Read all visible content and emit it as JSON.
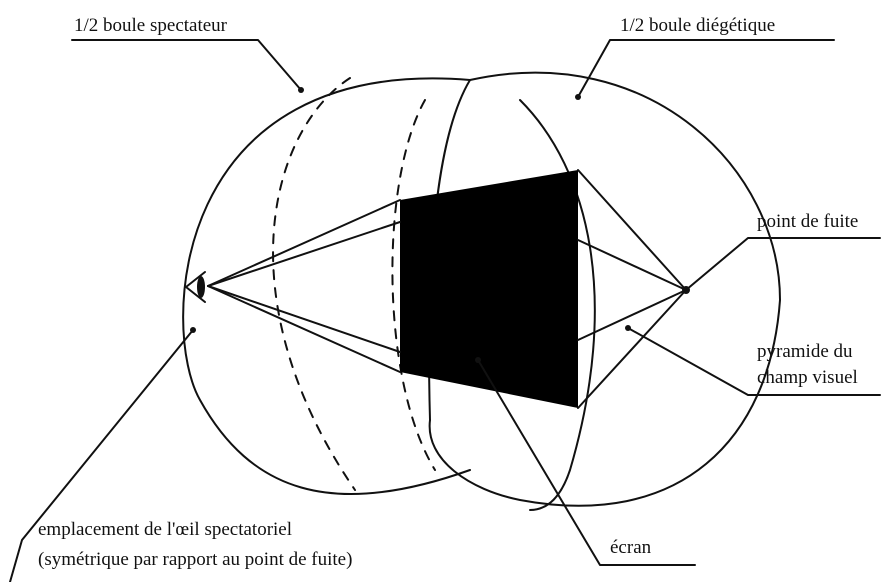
{
  "labels": {
    "spectator_half": "1/2 boule spectateur",
    "diegetic_half": "1/2 boule diégétique",
    "vanishing_point": "point de fuite",
    "visual_pyramid_line1": "pyramide du",
    "visual_pyramid_line2": "champ visuel",
    "eye_location_line1": "emplacement de l'œil spectatoriel",
    "eye_location_line2": "(symétrique par rapport au point de fuite)",
    "screen": "écran"
  },
  "colors": {
    "ink": "#111111",
    "screen_fill": "#000000",
    "background": "#ffffff"
  }
}
